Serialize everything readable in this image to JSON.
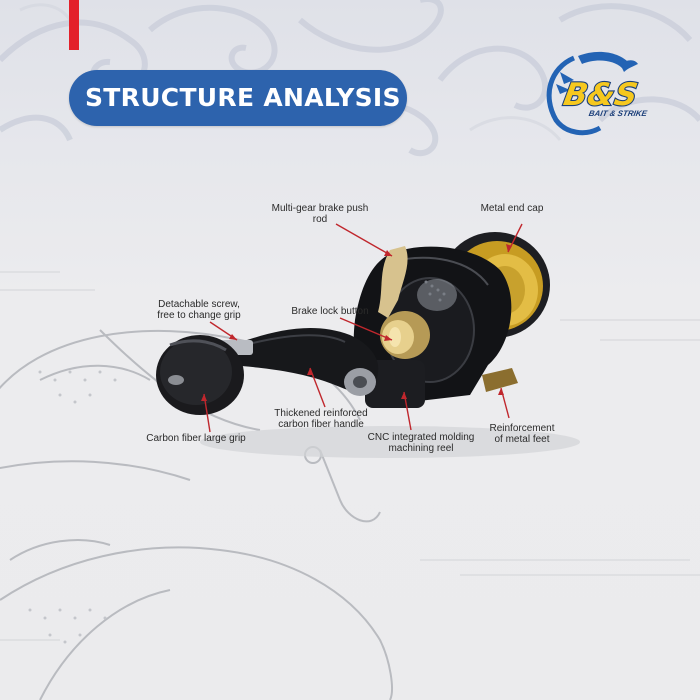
{
  "title": "STRUCTURE ANALYSIS",
  "logo": {
    "main": "B&S",
    "tagline": "BAIT & STRIKE"
  },
  "callouts": [
    {
      "id": "push-rod",
      "text": "Multi-gear brake push\nrod"
    },
    {
      "id": "end-cap",
      "text": "Metal end cap"
    },
    {
      "id": "screw",
      "text": "Detachable screw,\nfree to change grip"
    },
    {
      "id": "brake-button",
      "text": "Brake lock button"
    },
    {
      "id": "handle",
      "text": "Thickened reinforced\ncarbon fiber handle"
    },
    {
      "id": "grip",
      "text": "Carbon fiber large grip"
    },
    {
      "id": "cnc-reel",
      "text": "CNC integrated molding\nmachining reel"
    },
    {
      "id": "feet",
      "text": "Reinforcement\nof metal feet"
    }
  ],
  "colors": {
    "accent": "#e3202a",
    "brand_blue": "#2d63ad",
    "logo_yellow": "#f6c81e",
    "leader": "#c0272d"
  }
}
